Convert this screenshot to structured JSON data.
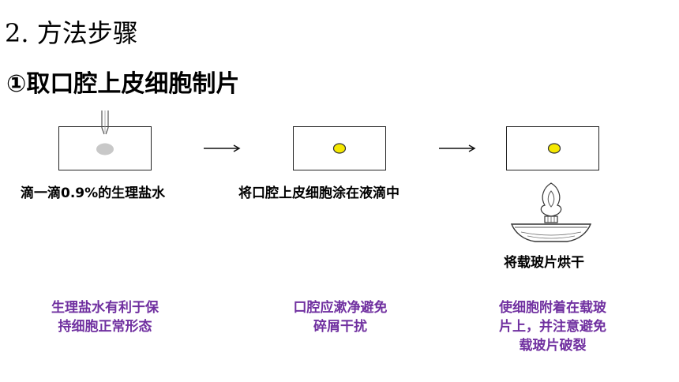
{
  "heading": "2. 方法步骤",
  "subheading": "①取口腔上皮细胞制片",
  "steps": [
    {
      "label": "滴一滴0.9%的生理盐水",
      "note_lines": [
        "生理盐水有利于保",
        "持细胞正常形态"
      ]
    },
    {
      "label": "将口腔上皮细胞涂在液滴中",
      "note_lines": [
        "口腔应漱净避免",
        "碎屑干扰"
      ]
    },
    {
      "label": "将载玻片烘干",
      "note_lines": [
        "使细胞附着在载玻",
        "片上，并注意避免",
        "载玻片破裂"
      ]
    }
  ],
  "colors": {
    "note_text": "#7030a0",
    "cell_fill": "#f5e800",
    "droplet_fill": "#c8c8c8"
  }
}
